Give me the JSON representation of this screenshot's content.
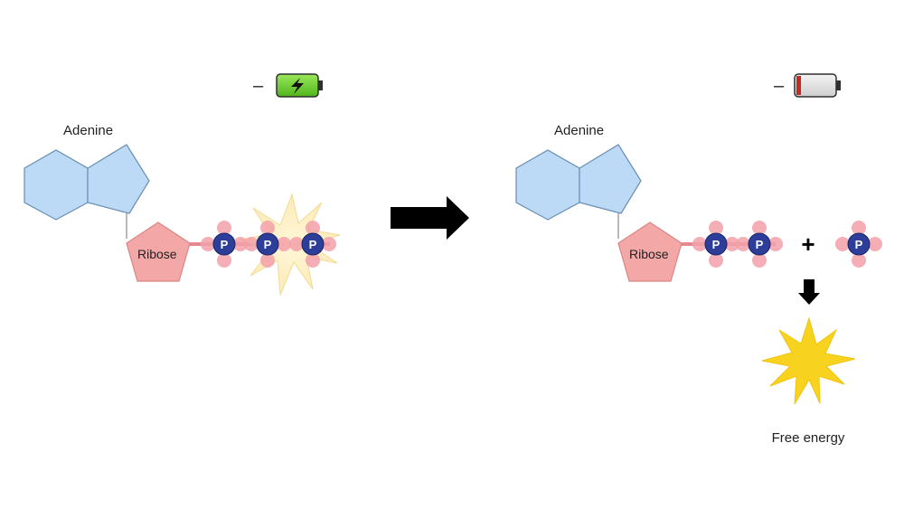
{
  "left_panel": {
    "adenine_label": "Adenine",
    "ribose_label": "Ribose",
    "phosphate_label": "P",
    "phosphate_count": 3,
    "dash": "–",
    "battery_state": "full",
    "battery_charge": 1.0
  },
  "right_panel": {
    "adenine_label": "Adenine",
    "ribose_label": "Ribose",
    "phosphate_label": "P",
    "phosphate_count": 2,
    "plus": "+",
    "free_phosphate_label": "P",
    "dash": "–",
    "battery_state": "empty",
    "battery_charge": 0.1,
    "free_energy_label": "Free energy"
  },
  "colors": {
    "adenine_fill": "#bcd9f5",
    "adenine_stroke": "#6a8fb3",
    "ribose_fill": "#f4a7a7",
    "ribose_stroke": "#d98585",
    "phosphate_fill": "#2d3e9a",
    "oxygen_fill": "#f3a0a8",
    "battery_full": "#6ad12a",
    "battery_low": "#c62a1e",
    "energy_star": "#f7d21e",
    "arrow": "#000000"
  }
}
